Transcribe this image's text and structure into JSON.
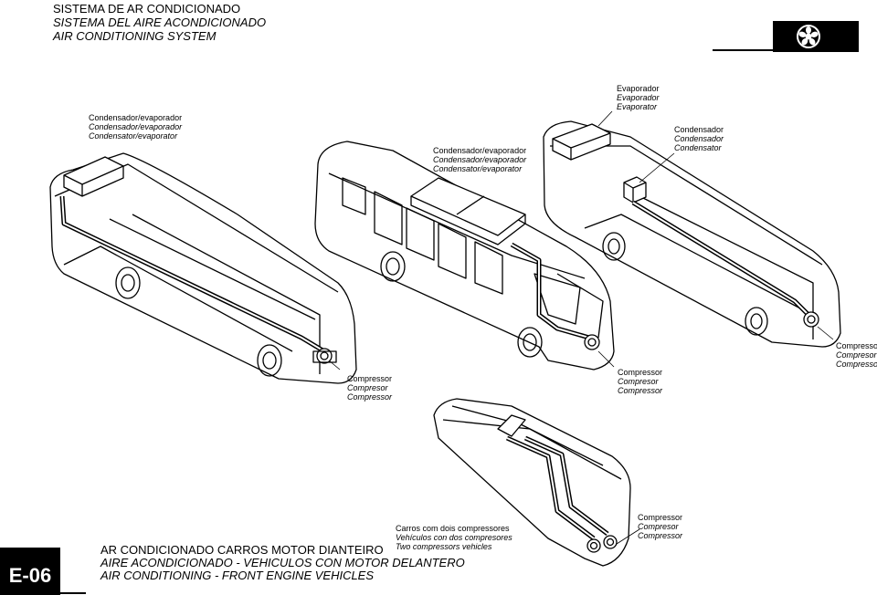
{
  "header": {
    "line1": "SISTEMA DE AR CONDICIONADO",
    "line2": "SISTEMA DEL AIRE ACONDICIONADO",
    "line3": "AIR CONDITIONING SYSTEM"
  },
  "page_number": "E-06",
  "labels": {
    "bus1_condenser": [
      "Condensador/evaporador",
      "Condensador/evaporador",
      "Condensator/evaporator"
    ],
    "bus1_compressor": [
      "Compressor",
      "Compresor",
      "Compressor"
    ],
    "bus2_condenser": [
      "Condensador/evaporador",
      "Condensador/evaporador",
      "Condensator/evaporator"
    ],
    "bus2_compressor": [
      "Compressor",
      "Compresor",
      "Compressor"
    ],
    "bus3_evaporator": [
      "Evaporador",
      "Evaporador",
      "Evaporator"
    ],
    "bus3_condenser": [
      "Condensador",
      "Condensador",
      "Condensator"
    ],
    "bus3_compressor": [
      "Compressor",
      "Compresor",
      "Compressor"
    ],
    "bus4_note": [
      "Carros com dois compressores",
      "Vehículos con dos compresores",
      "Two compressors vehicles"
    ],
    "bus4_compressor": [
      "Compressor",
      "Compresor",
      "Compressor"
    ]
  },
  "footer_title": {
    "line1": "AR CONDICIONADO CARROS MOTOR DIANTEIRO",
    "line2": "AIRE ACONDICIONADO - VEHICULOS CON MOTOR DELANTERO",
    "line3": "AIR CONDITIONING - FRONT  ENGINE VEHICLES"
  }
}
